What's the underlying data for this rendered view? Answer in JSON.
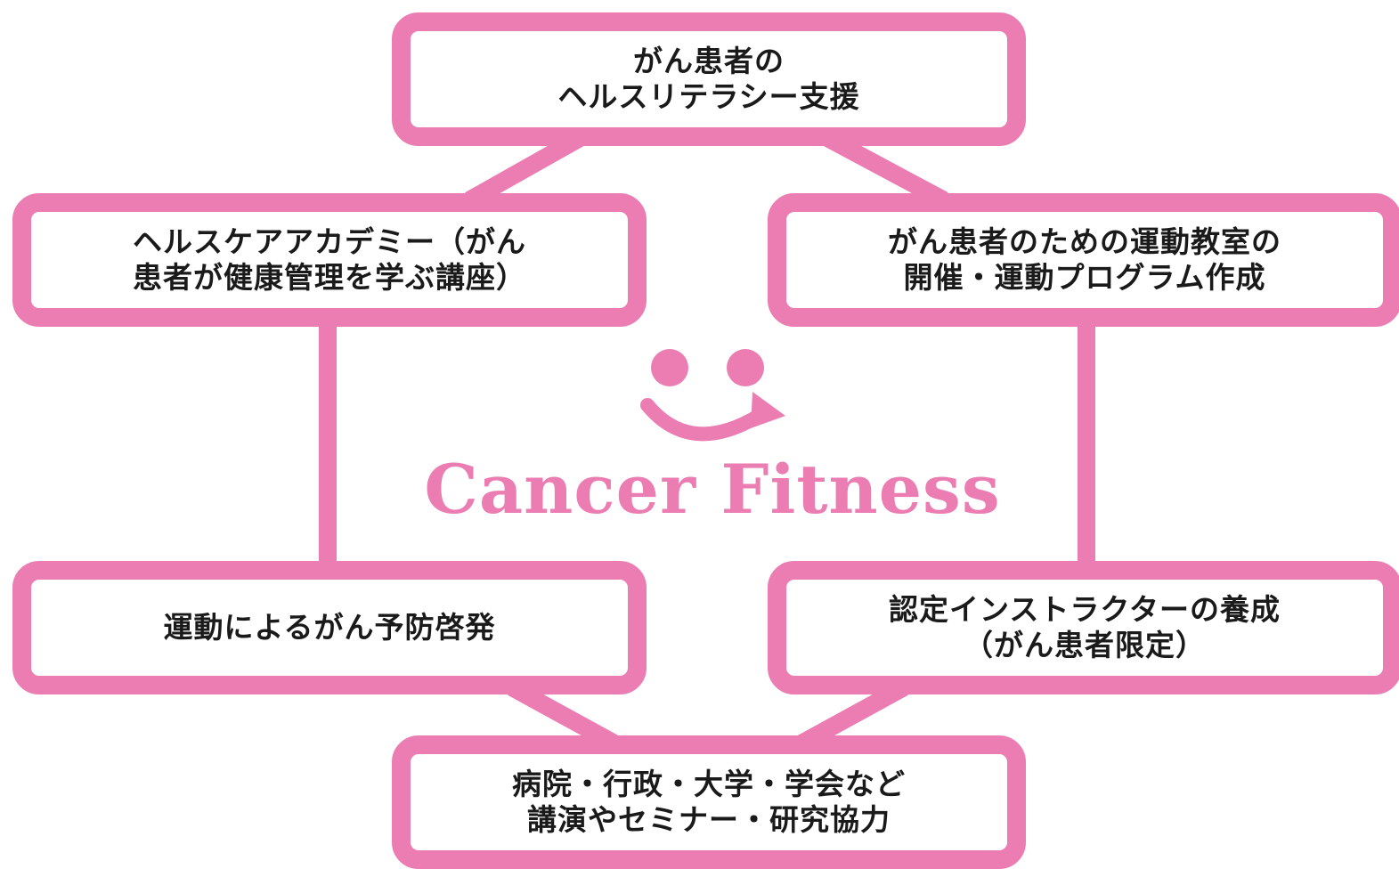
{
  "colors": {
    "accent_pink": "#eb7db2",
    "text": "#1a1a1a",
    "background": "#ffffff"
  },
  "logo": {
    "icon": "smile-arrow-icon",
    "text": "Cancer Fitness"
  },
  "nodes": {
    "top": {
      "lines": [
        "がん患者の",
        "ヘルスリテラシー支援"
      ]
    },
    "ml": {
      "lines": [
        "ヘルスケアアカデミー（がん",
        "患者が健康管理を学ぶ講座）"
      ]
    },
    "mr": {
      "lines": [
        "がん患者のための運動教室の",
        "開催・運動プログラム作成"
      ]
    },
    "bl": {
      "lines": [
        "運動によるがん予防啓発"
      ]
    },
    "br": {
      "lines": [
        "認定インストラクターの養成",
        "（がん患者限定）"
      ]
    },
    "bottom": {
      "lines": [
        "病院・行政・大学・学会など",
        "講演やセミナー・研究協力"
      ]
    }
  },
  "edges": [
    {
      "from": "top",
      "to": "ml"
    },
    {
      "from": "top",
      "to": "mr"
    },
    {
      "from": "ml",
      "to": "bl"
    },
    {
      "from": "mr",
      "to": "br"
    },
    {
      "from": "bl",
      "to": "bottom"
    },
    {
      "from": "br",
      "to": "bottom"
    }
  ]
}
